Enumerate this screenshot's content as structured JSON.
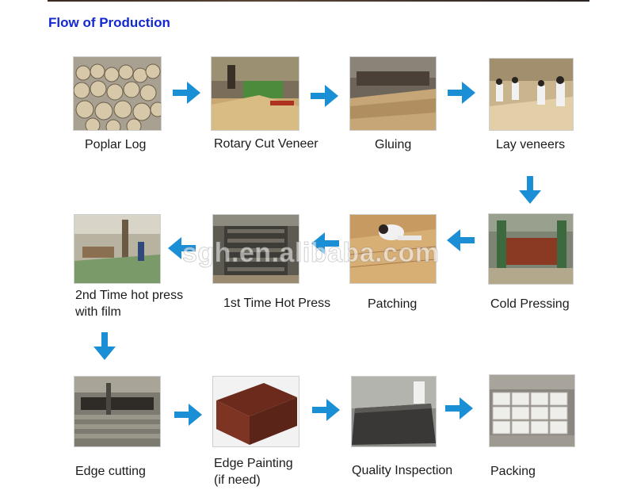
{
  "title": "Flow of Production",
  "steps": [
    {
      "label": "Poplar Log"
    },
    {
      "label": "Rotary Cut Veneer"
    },
    {
      "label": "Gluing"
    },
    {
      "label": "Lay veneers"
    },
    {
      "label": "Cold Pressing"
    },
    {
      "label": "Patching"
    },
    {
      "label": "1st Time Hot Press"
    },
    {
      "label_line1": "2nd Time hot press",
      "label_line2": "with film"
    },
    {
      "label": "Edge cutting"
    },
    {
      "label_line1": "Edge Painting",
      "label_line2": "(if need)"
    },
    {
      "label": "Quality Inspection"
    },
    {
      "label": "Packing"
    }
  ],
  "watermark": "sgh.en.alibaba.com",
  "colors": {
    "title": "#1428d2",
    "arrow": "#1b8fd6"
  }
}
